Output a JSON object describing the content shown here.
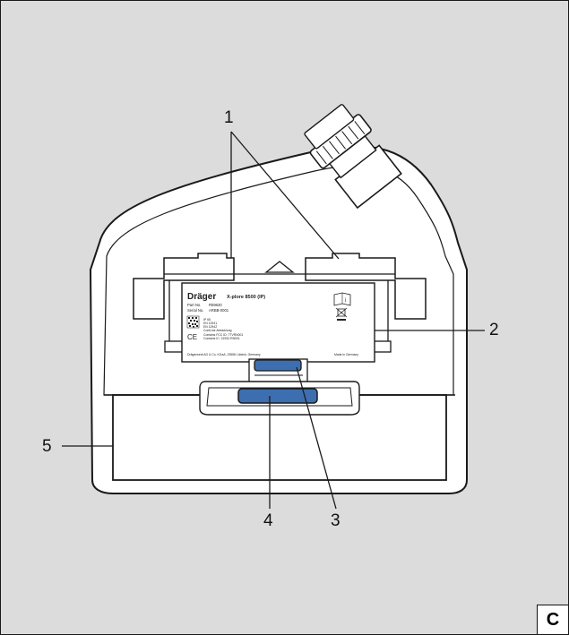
{
  "callouts": {
    "c1": "1",
    "c2": "2",
    "c3": "3",
    "c4": "4",
    "c5": "5"
  },
  "corner_label": "C",
  "label_plate": {
    "brand": "Dräger",
    "model": "X-plore 8500 (IP)",
    "part_no_label": "Part No.",
    "part_no_value": "R59630",
    "serial_no_label": "Serial No.",
    "serial_no_value": "ARBB-0001",
    "spec_lines": [
      "IP 65",
      "EN 12941",
      "EN 12942",
      "ContLine Abwicklung",
      "Contains FCC ID: 7TVRN001",
      "Contains IC: 21932-RN001"
    ],
    "ce_mark": "CE",
    "manufacturer": "Drägerwerk AG & Co. KGaA, 23558 Lübeck, Germany",
    "made_in": "Made in Germany"
  },
  "colors": {
    "background": "#dcdcdc",
    "housing": "#ffffff",
    "outline": "#1a1a1a",
    "latch_blue": "#3d6fb0"
  }
}
